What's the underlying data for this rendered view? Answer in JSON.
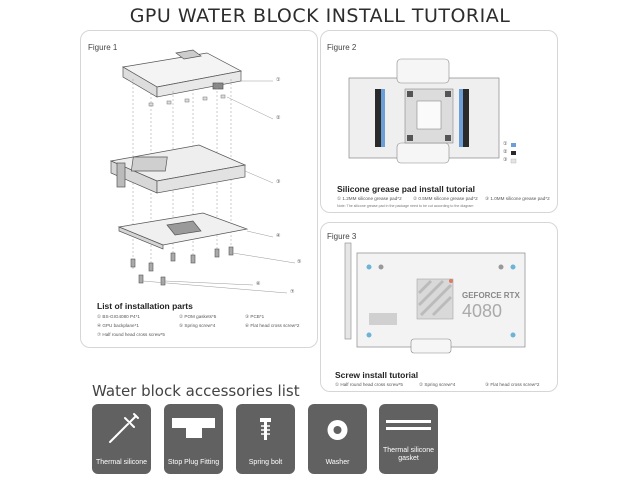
{
  "title": "GPU WATER BLOCK INSTALL TUTORIAL",
  "figure1": {
    "label": "Figure 1",
    "parts_title": "List of installation parts",
    "parts": [
      "① BS-GIG4080 P4*1",
      "② POM gaskets*5",
      "③ PCB*1",
      "④ GPU backplane*1",
      "⑤ Spring screw*4",
      "⑥ Flat head cross screw*2",
      "⑦ Half round head cross screw*5"
    ],
    "callouts": [
      "①",
      "②",
      "③",
      "④",
      "⑤",
      "⑥",
      "⑦"
    ]
  },
  "figure2": {
    "label": "Figure 2",
    "title": "Silicone grease pad install tutorial",
    "items": [
      "① 1.2MM silicone grease pad*2",
      "② 0.5MM silicone grease pad*2",
      "③ 1.0MM silicone grease pad*2"
    ],
    "note": "Note: The silicone grease pad in the package need to be cut according to the diagram",
    "pad_colors": {
      "blue": "#6c9fd8",
      "dark": "#2a2a2a",
      "light": "#e4e4e4"
    }
  },
  "figure3": {
    "label": "Figure 3",
    "title": "Screw install tutorial",
    "brand": "GEFORCE RTX",
    "model": "4080",
    "items": [
      "① Half round head cross screw*5",
      "② Spring screw*4",
      "③ Flat head cross screw*2"
    ]
  },
  "accessories": {
    "title": "Water block accessories list",
    "items": [
      {
        "label": "Thermal silicone",
        "icon": "syringe-icon"
      },
      {
        "label": "Stop Plug Fitting",
        "icon": "plug-fitting-icon"
      },
      {
        "label": "Spring bolt",
        "icon": "spring-bolt-icon"
      },
      {
        "label": "Washer",
        "icon": "washer-icon"
      },
      {
        "label": "Thermal silicone gasket",
        "icon": "gasket-icon"
      }
    ],
    "card_color": "#616161"
  }
}
